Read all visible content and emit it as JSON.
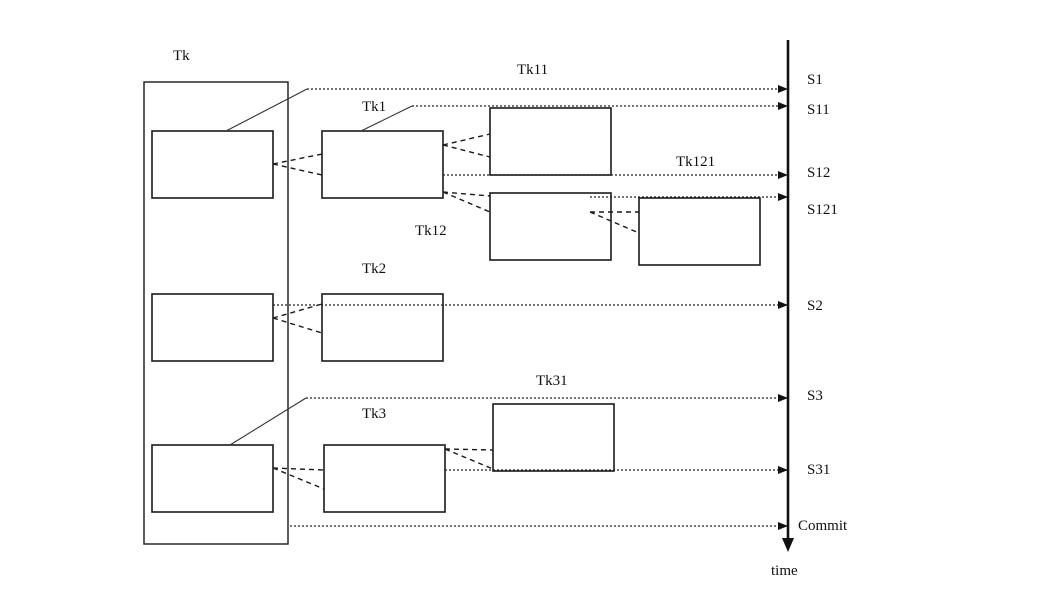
{
  "labels": {
    "tk": "Tk",
    "tk1": "Tk1",
    "tk11": "Tk11",
    "tk12": "Tk12",
    "tk121": "Tk121",
    "tk2": "Tk2",
    "tk3": "Tk3",
    "tk31": "Tk31"
  },
  "states": {
    "s1": "S1",
    "s11": "S11",
    "s12": "S12",
    "s121": "S121",
    "s2": "S2",
    "s3": "S3",
    "s31": "S31",
    "commit": "Commit"
  },
  "axis": {
    "label": "time"
  }
}
